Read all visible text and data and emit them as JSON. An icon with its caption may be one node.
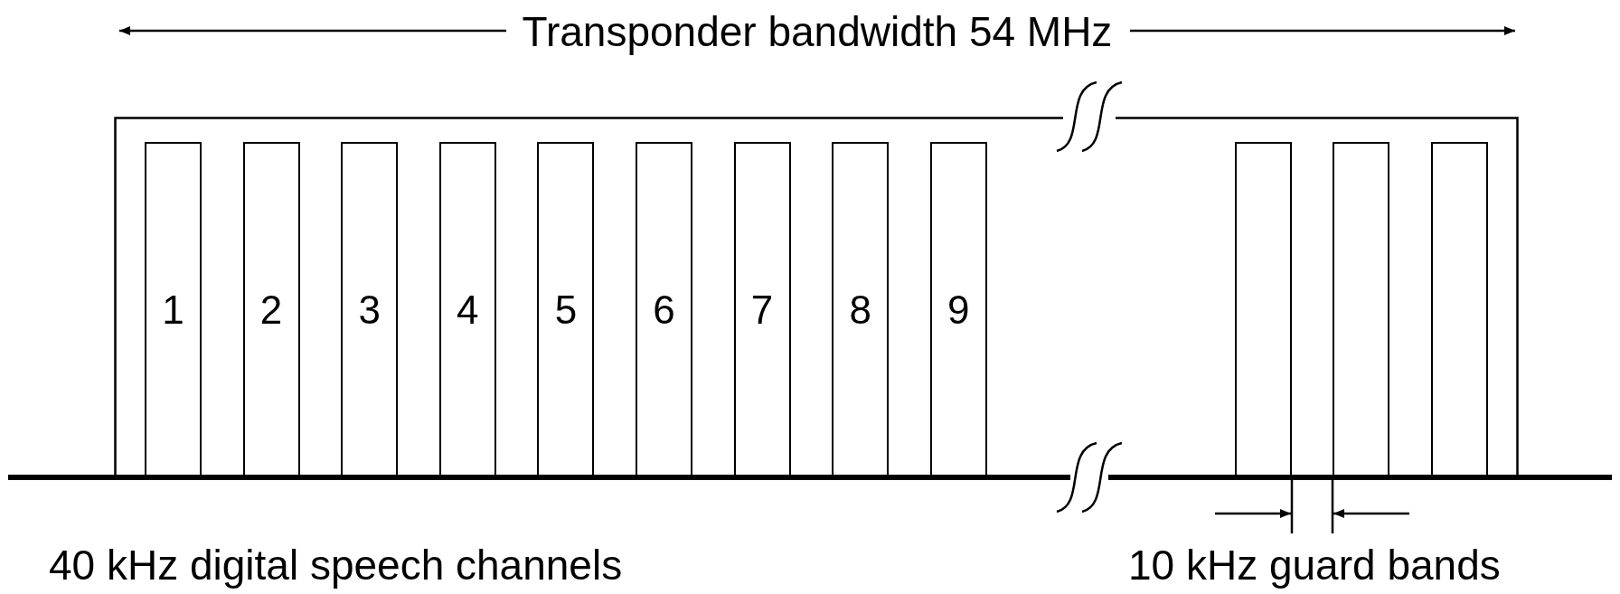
{
  "diagram": {
    "nodes": [
      {
        "text": [],
        "shape": "box"
      },
      {
        "text": [
          "1"
        ],
        "in": 0
      },
      {
        "text": [
          "2"
        ],
        "in": 0
      },
      {
        "text": [
          "3"
        ],
        "in": 0
      },
      {
        "text": [
          "4"
        ],
        "in": 0
      },
      {
        "text": [
          "5"
        ],
        "in": 0
      },
      {
        "text": [
          "6"
        ],
        "in": 0
      },
      {
        "text": [
          "7"
        ],
        "in": 0
      },
      {
        "text": [
          "8"
        ],
        "in": 0
      },
      {
        "text": [
          "9"
        ],
        "in": 0
      },
      {
        "text": [],
        "shape": "box",
        "in": 0
      },
      {
        "text": [],
        "shape": "box",
        "in": 0
      },
      {
        "text": [],
        "shape": "box",
        "in": 0
      }
    ],
    "edges": [],
    "labels": [
      "Transponder bandwidth 54 MHz",
      "40 kHz digital speech channels",
      "10 kHz guard bands"
    ]
  }
}
